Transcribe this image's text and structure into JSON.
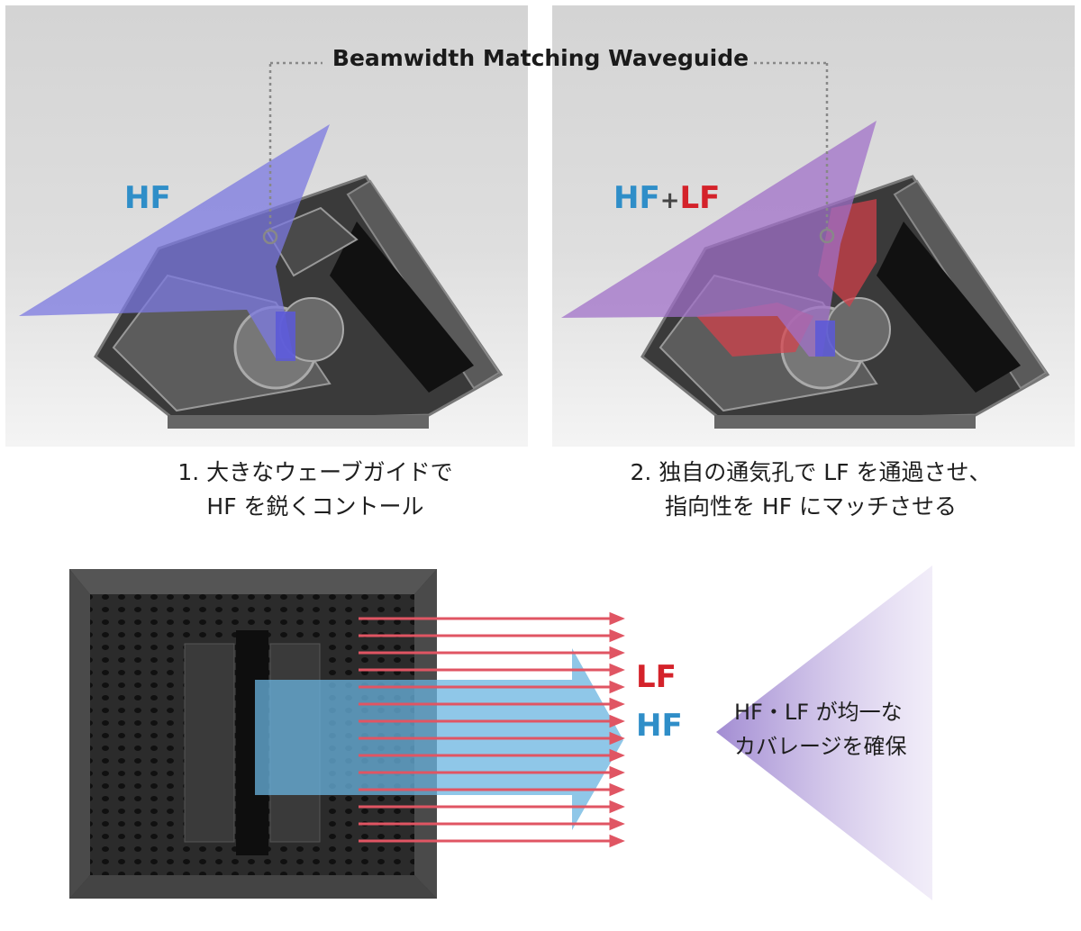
{
  "title": "Beamwidth Matching Waveguide",
  "left_panel": {
    "label_hf": "HF"
  },
  "right_panel": {
    "label_hf": "HF",
    "label_plus": "+",
    "label_lf": "LF"
  },
  "captions": {
    "left_line1": "1. 大きなウェーブガイドで",
    "left_line2": "HF を鋭くコントール",
    "right_line1": "2. 独自の通気孔で LF を通過させ、",
    "right_line2": "指向性を HF にマッチさせる"
  },
  "bottom": {
    "label_lf": "LF",
    "label_hf": "HF",
    "coverage_line1": "HF・LF が均一な",
    "coverage_line2": "カバレージを確保"
  },
  "colors": {
    "hf": "#2f8ec8",
    "lf": "#d4222a",
    "hf_fan": "#7b78e0",
    "combined_fan": "#a070c8",
    "arrow_red": "#e05563",
    "arrow_blue": "#6ab4e0"
  }
}
